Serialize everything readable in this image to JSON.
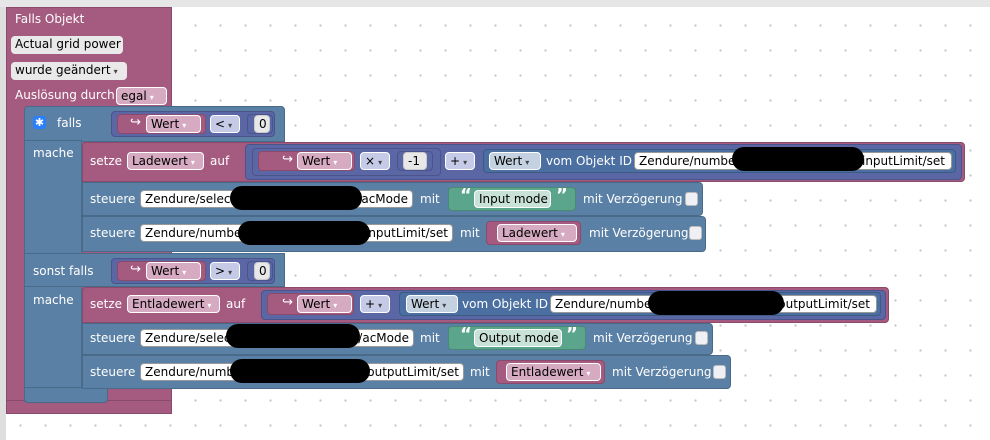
{
  "event": {
    "title": "Falls Objekt",
    "object_name": "Actual grid power",
    "trigger": "wurde geändert",
    "trigger_label": "Auslösung durch",
    "trigger_value": "egal"
  },
  "if": {
    "falls": "falls",
    "mache": "mache",
    "sonst_falls": "sonst falls",
    "var": "Wert",
    "op1": "<",
    "zero": "0",
    "op2": ">",
    "zero2": "0"
  },
  "set1": {
    "label": "setze",
    "var": "Ladewert",
    "auf": "auf",
    "wert": "Wert",
    "times": "×",
    "neg": "-1",
    "plus": "+",
    "wert2": "Wert",
    "vom": "vom Objekt ID",
    "id_prefix": "Zendure/numbe",
    "id_suffix": "/inputLimit/set"
  },
  "ctl1": {
    "label": "steuere",
    "id_prefix": "Zendure/select/",
    "id_suffix": "/acMode",
    "mit": "mit",
    "value": "Input mode",
    "delay": "mit Verzögerung"
  },
  "ctl2": {
    "label": "steuere",
    "id_prefix": "Zendure/numbe",
    "id_suffix": "/inputLimit/set",
    "mit": "mit",
    "value": "Ladewert",
    "delay": "mit Verzögerung"
  },
  "set2": {
    "label": "setze",
    "var": "Entladewert",
    "auf": "auf",
    "wert": "Wert",
    "plus": "+",
    "wert2": "Wert",
    "vom": "vom Objekt ID",
    "id_prefix": "Zendure/numbe",
    "id_suffix": "outputLimit/set"
  },
  "ctl3": {
    "label": "steuere",
    "id_prefix": "Zendure/selec",
    "id_suffix": "/acMode",
    "mit": "mit",
    "value": "Output mode",
    "delay": "mit Verzögerung"
  },
  "ctl4": {
    "label": "steuere",
    "id_prefix": "Zendure/numb",
    "id_suffix": "/outputLimit/set",
    "mit": "mit",
    "value": "Entladewert",
    "delay": "mit Verzögerung"
  },
  "dropdown_arrow": "▾",
  "get_icon": "↪",
  "quote_open": "“",
  "quote_close": "”",
  "colors": {
    "event": "#a55b80",
    "logic": "#5b80a5",
    "variable": "#a55b80",
    "math": "#5b67a5",
    "text": "#5ba58c"
  }
}
